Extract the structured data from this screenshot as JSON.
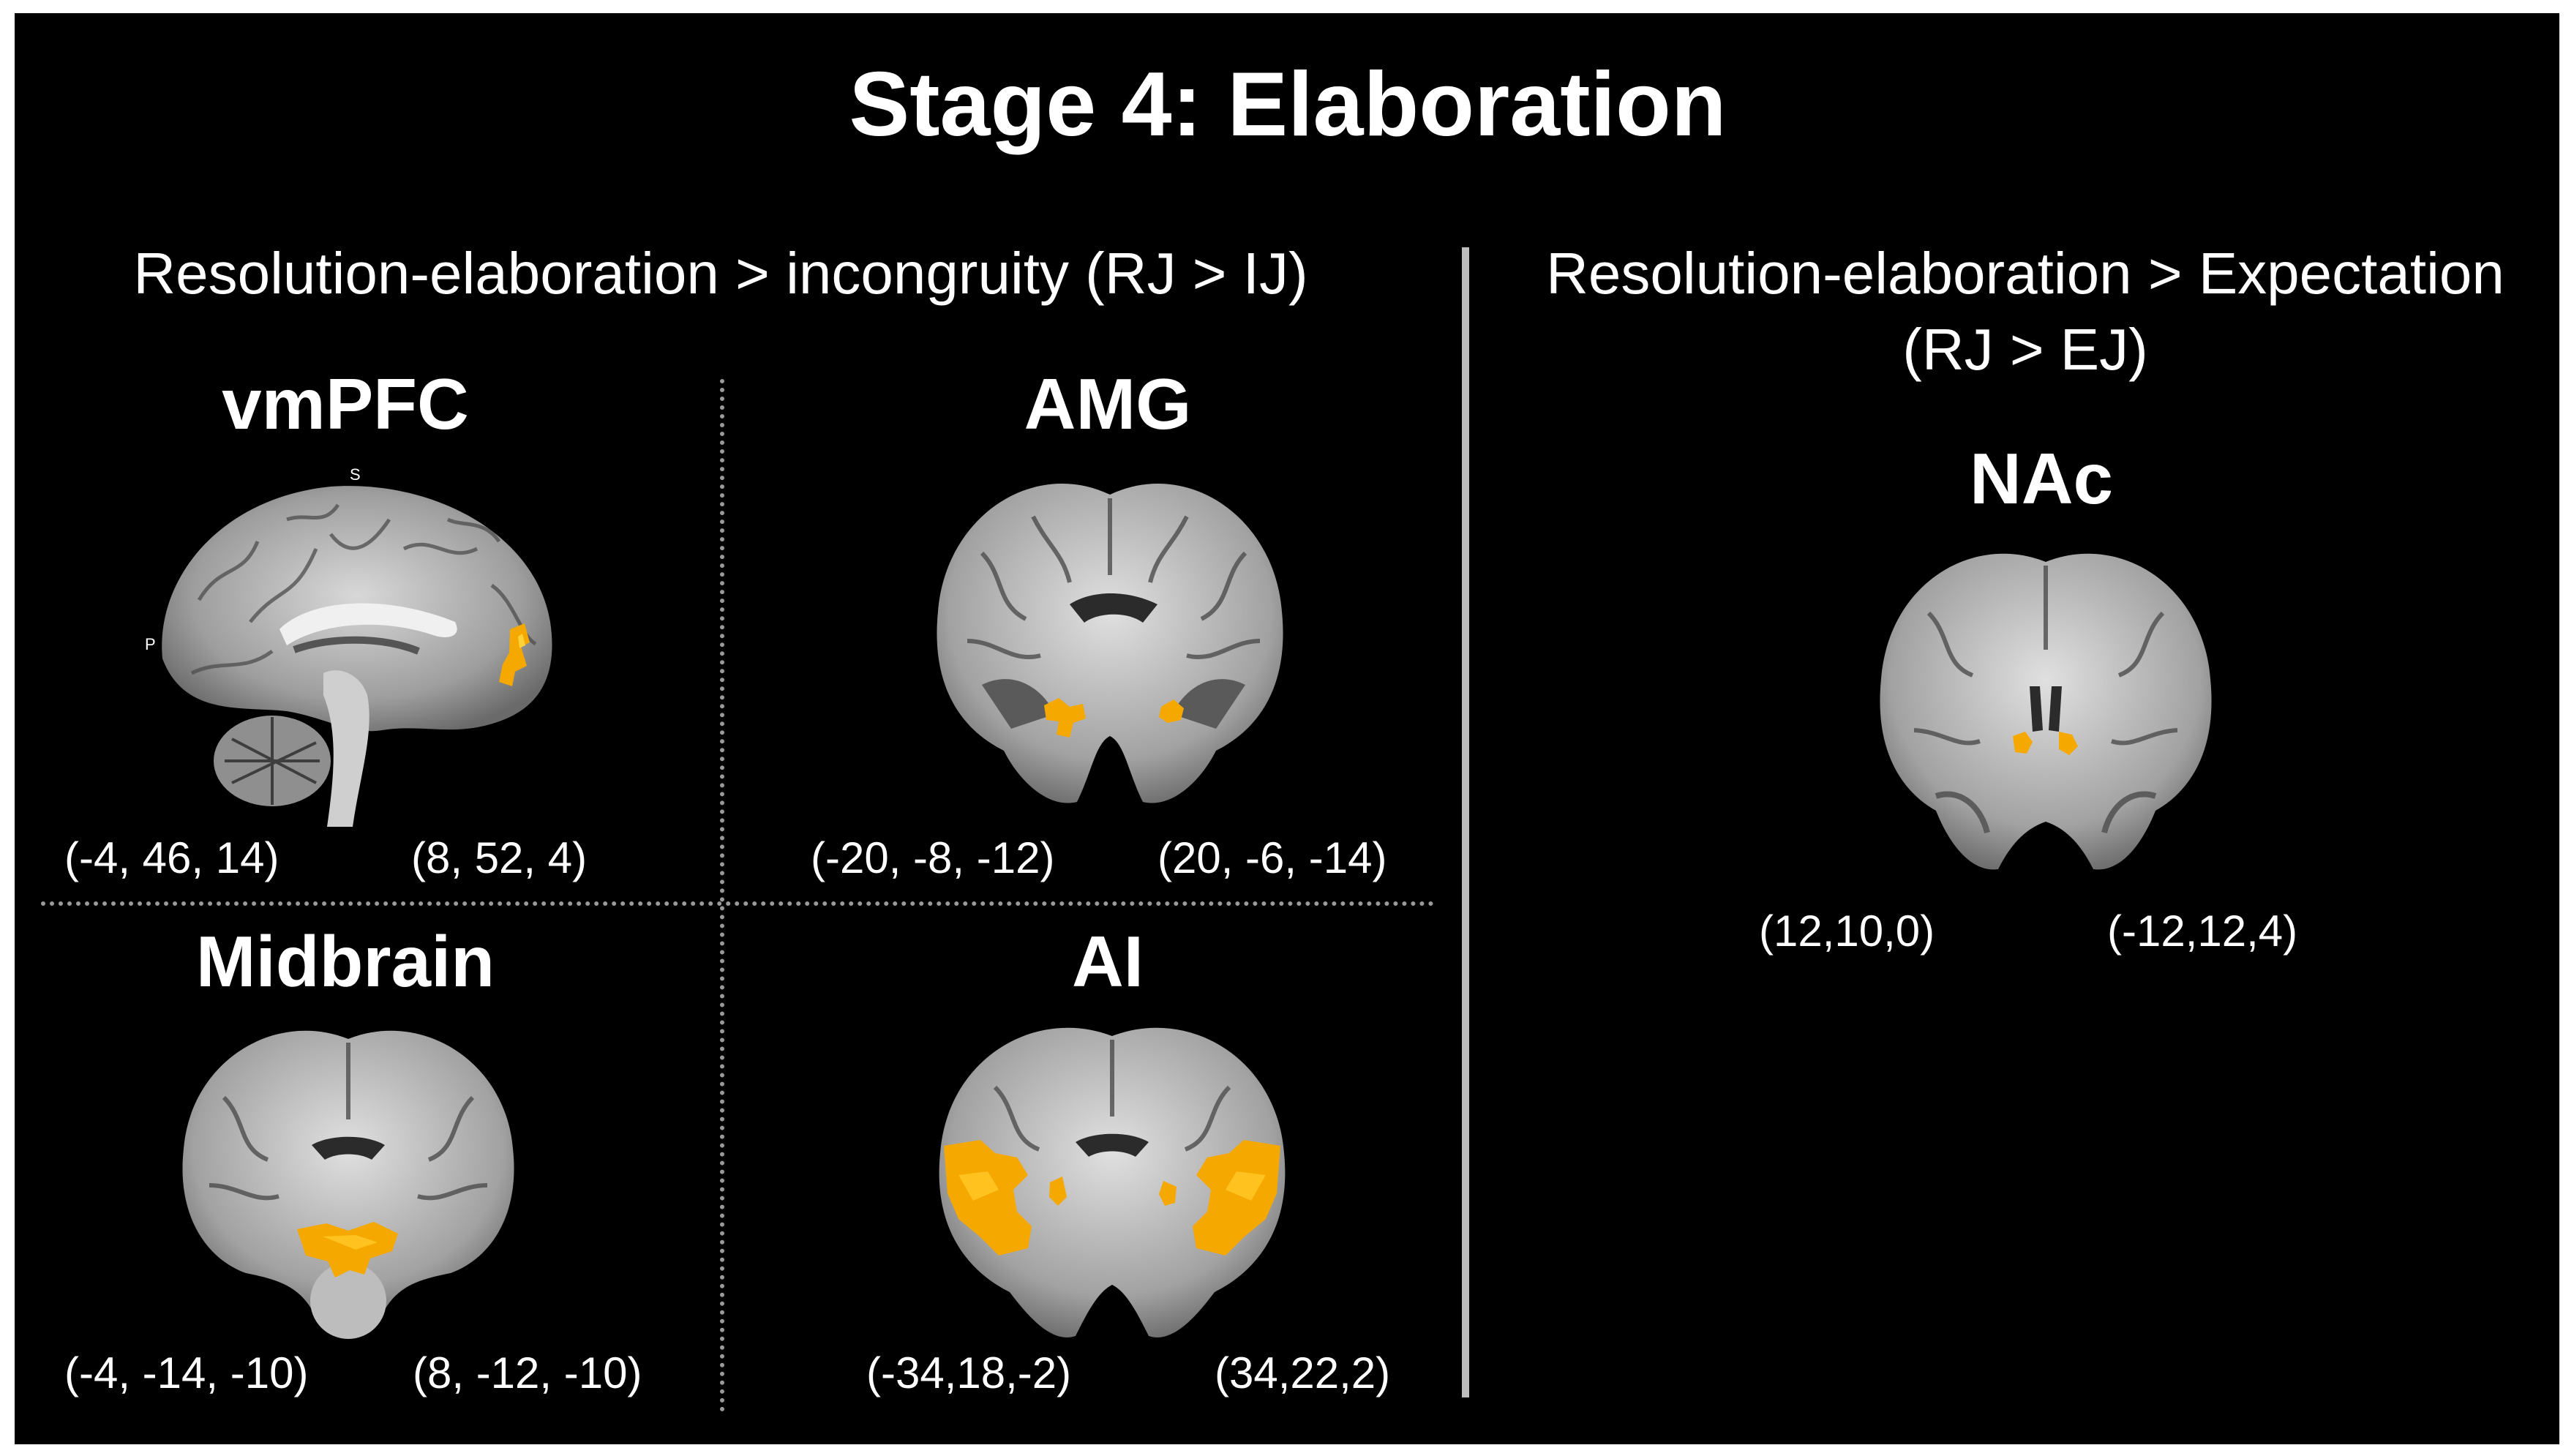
{
  "title": "Stage 4: Elaboration",
  "left_panel": {
    "heading": "Resolution-elaboration > incongruity (RJ > IJ)",
    "regions": [
      {
        "name": "vmPFC",
        "coords": [
          "(-4, 46, 14)",
          "(8, 52, 4)"
        ],
        "orientation_labels": [
          "S",
          "P"
        ]
      },
      {
        "name": "AMG",
        "coords": [
          "(-20, -8, -12)",
          "(20, -6, -14)"
        ]
      },
      {
        "name": "Midbrain",
        "coords": [
          "(-4, -14, -10)",
          "(8, -12, -10)"
        ]
      },
      {
        "name": "AI",
        "coords": [
          "(-34,18,-2)",
          "(34,22,2)"
        ]
      }
    ]
  },
  "right_panel": {
    "heading_line1": "Resolution-elaboration > Expectation",
    "heading_line2": "(RJ > EJ)",
    "regions": [
      {
        "name": "NAc",
        "coords": [
          "(12,10,0)",
          "(-12,12,4)"
        ]
      }
    ]
  },
  "colors": {
    "background": "#000000",
    "activation": "#f5a800",
    "brain": "#b5b5b5",
    "divider": "#bdbdbd"
  }
}
